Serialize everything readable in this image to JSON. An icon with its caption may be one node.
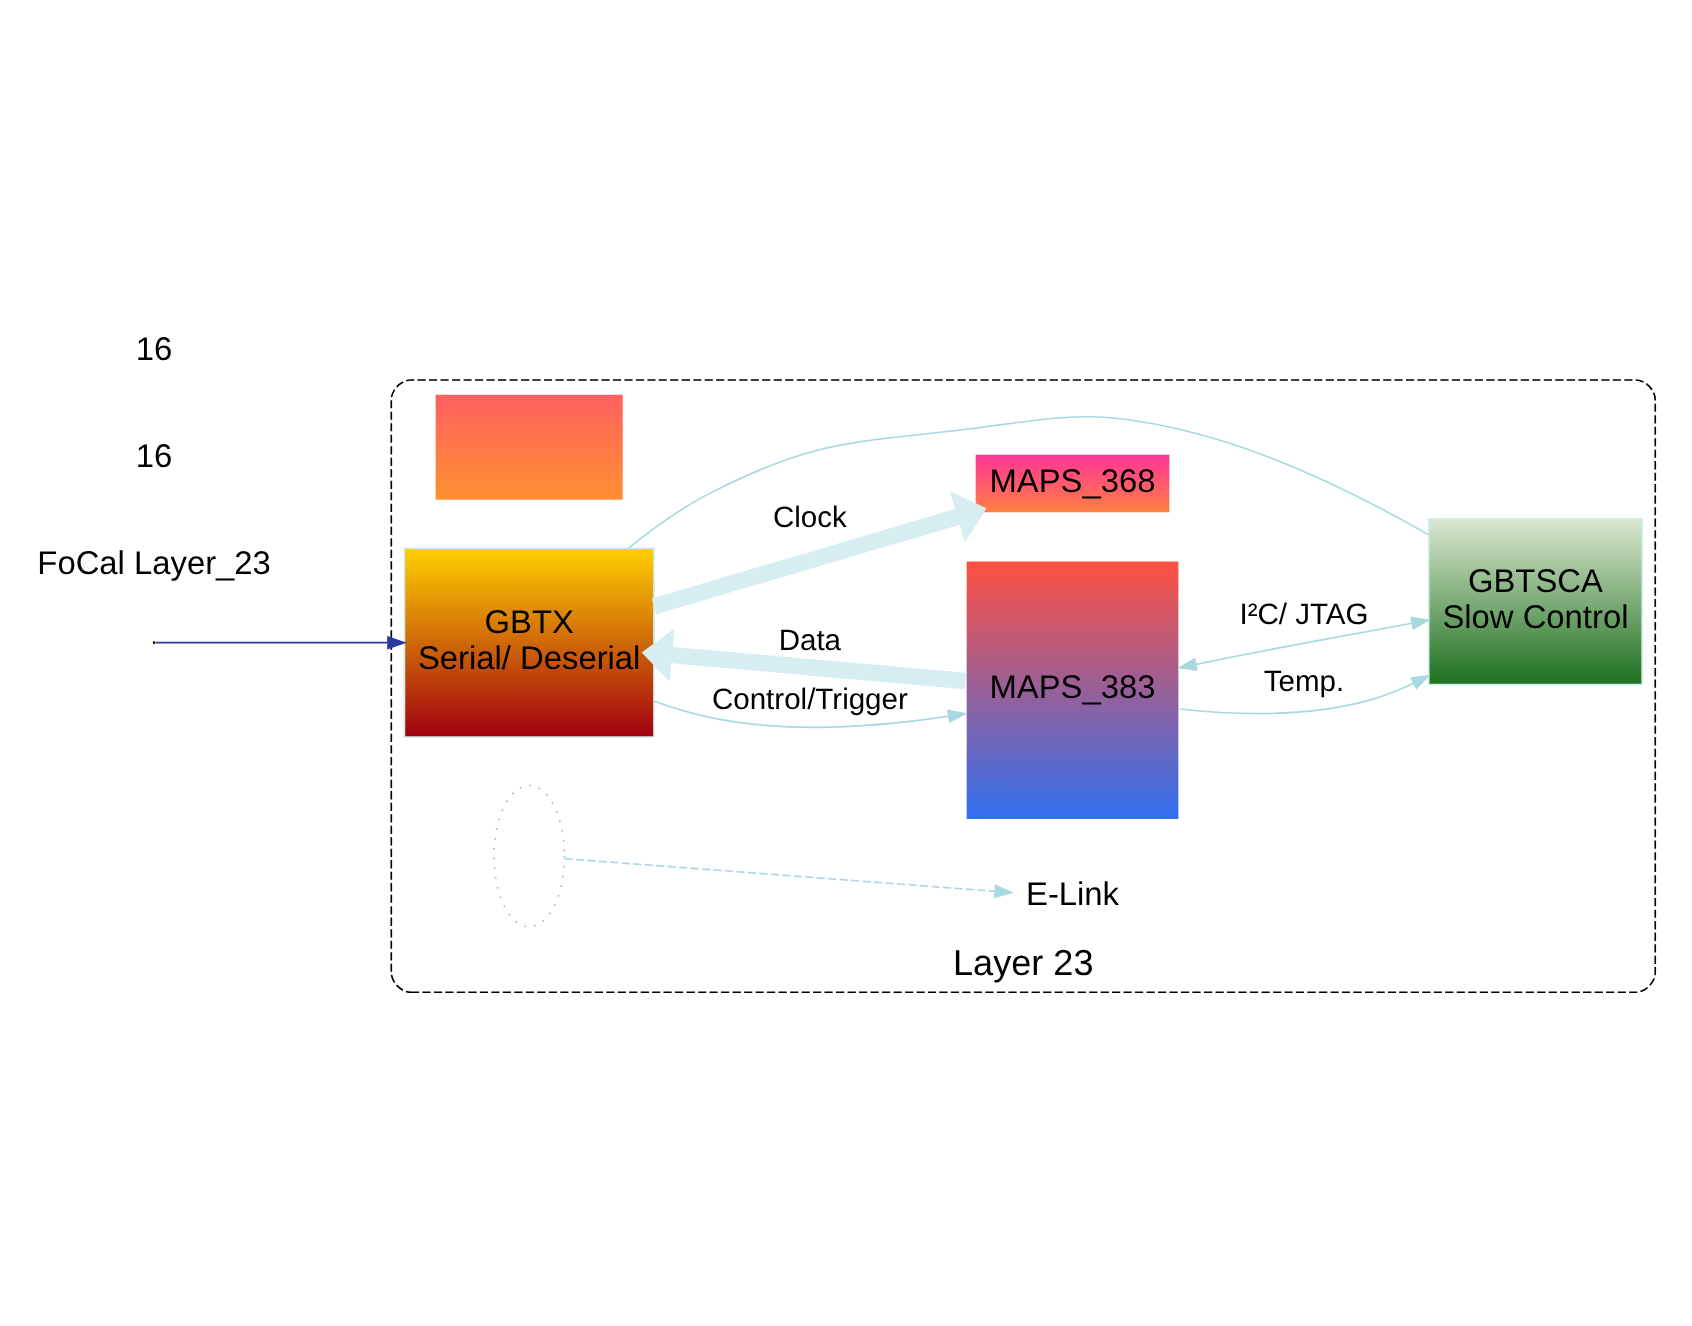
{
  "diagram": {
    "nodes": [
      {
        "text": [
          "Layer 23"
        ]
      },
      {
        "text": [
          "MAPS_368"
        ],
        "in": 0
      },
      {
        "text": [],
        "shape": "box",
        "in": 0
      },
      {
        "text": [
          "MAPS_383"
        ],
        "in": 0
      },
      {
        "text": [
          "GBTX",
          "Serial/ Deserial"
        ],
        "in": 0
      },
      {
        "text": [
          "GBTSCA",
          "Slow Control"
        ],
        "in": 0
      },
      {
        "text": [
          "E-Link"
        ],
        "in": 0
      },
      {
        "text": [],
        "shape": "ellipse",
        "in": 0
      }
    ],
    "edges": [
      {
        "from": 4,
        "to": 1,
        "arrow": "to",
        "label": "Clock",
        "style": "thick",
        "color": "#d6eef2"
      },
      {
        "from": 3,
        "to": 4,
        "arrow": "to",
        "label": "Data",
        "style": "thick",
        "color": "#d6eef2"
      },
      {
        "from": 4,
        "to": 3,
        "arrow": "to",
        "label": "Control/Trigger"
      },
      {
        "from": 4,
        "to": 5,
        "arrow": "none"
      },
      {
        "from": 5,
        "to": 3,
        "arrow": "both",
        "label": "I²C/ JTAG"
      },
      {
        "from": 3,
        "to": 5,
        "arrow": "to",
        "label": "Temp."
      },
      {
        "from": null,
        "to": 4,
        "arrow": "to",
        "color": "#2b3a9e"
      },
      {
        "from": 7,
        "to": 6,
        "arrow": "to",
        "style": "dashed"
      }
    ],
    "labels": [
      "FoCal Layer_23",
      "16",
      "16"
    ]
  }
}
